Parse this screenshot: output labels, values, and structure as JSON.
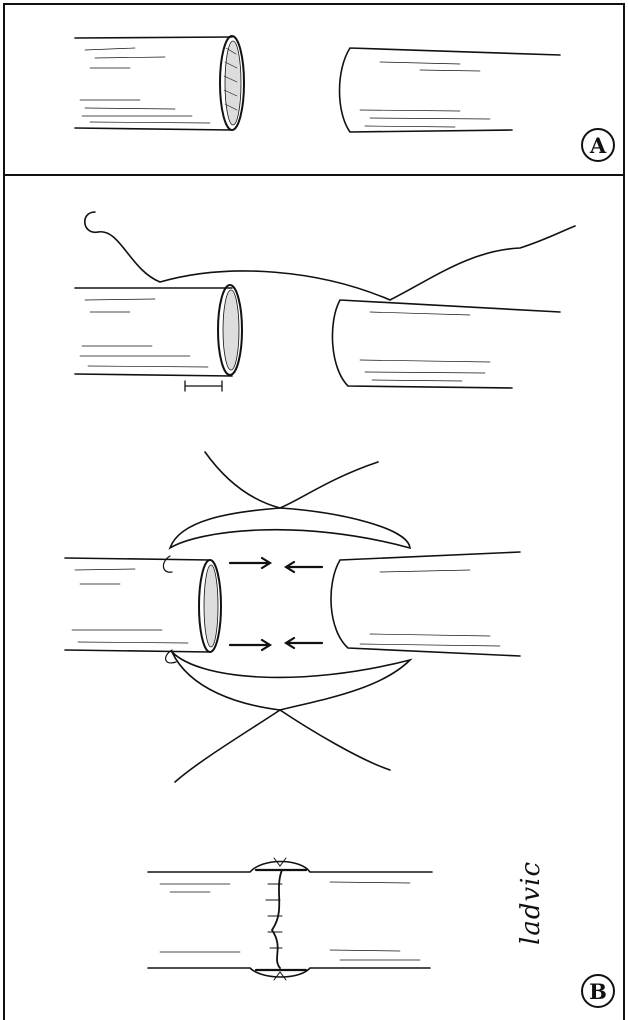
{
  "panels": [
    {
      "label": "A"
    },
    {
      "label": "B"
    }
  ],
  "signature": "ladvic",
  "colors": {
    "ink": "#111111",
    "background": "#ffffff"
  }
}
